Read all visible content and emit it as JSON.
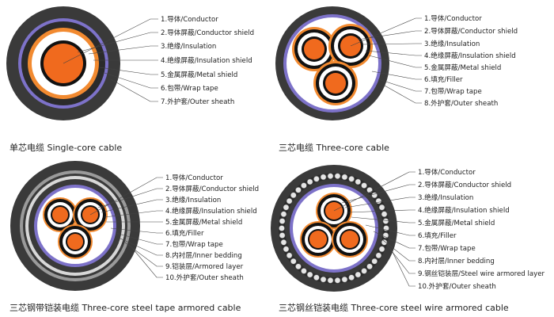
{
  "panels": [
    {
      "caption": "单芯电缆 Single-core cable",
      "labels": [
        "1.导体/Conductor",
        "2.导体屏蔽/Conductor shield",
        "3.绝缘/Insulation",
        "4.绝缘屏蔽/Insulation shield",
        "5.金属屏蔽/Metal shield",
        "6.包带/Wrap tape",
        "7.外护套/Outer sheath"
      ]
    },
    {
      "caption": "三芯电缆 Three-core cable",
      "labels": [
        "1.导体/Conductor",
        "2.导体屏蔽/Conductor shield",
        "3.绝缘/Insulation",
        "4.绝缘屏蔽/Insulation shield",
        "5.金属屏蔽/Metal shield",
        "6.填充/Filler",
        "7.包带/Wrap tape",
        "8.外护套/Outer sheath"
      ]
    },
    {
      "caption": "三芯钢带铠装电缆 Three-core steel tape armored cable",
      "labels": [
        "1.导体/Conductor",
        "2.导体屏蔽/Conductor shield",
        "3.绝缘/Insulation",
        "4.绝缘屏蔽/Insulation shield",
        "5.金属屏蔽/Metal shield",
        "6.填充/Filler",
        "7.包带/Wrap tape",
        "8.内衬层/Inner bedding",
        "9.铠装层/Armored layer",
        "10.外护套/Outer sheath"
      ]
    },
    {
      "caption": "三芯钢丝铠装电缆 Three-core steel wire armored cable",
      "labels": [
        "1.导体/Conductor",
        "2.导体屏蔽/Conductor shield",
        "3.绝缘/Insulation",
        "4.绝缘屏蔽/Insulation shield",
        "5.金属屏蔽/Metal shield",
        "6.填充/Filler",
        "7.包带/Wrap tape",
        "8.内衬层/Inner bedding",
        "9.钢丝铠装层/Steel wire armored layer",
        "10.外护套/Outer sheath"
      ]
    }
  ],
  "colors": {
    "sheath": "#3a3a3a",
    "wrap": "#7d72c9",
    "filler": "#ffffff",
    "metal": "#f28a30",
    "insulation": "#111111",
    "conductor": "#f06a1e",
    "armor": "#9a9a9a"
  }
}
